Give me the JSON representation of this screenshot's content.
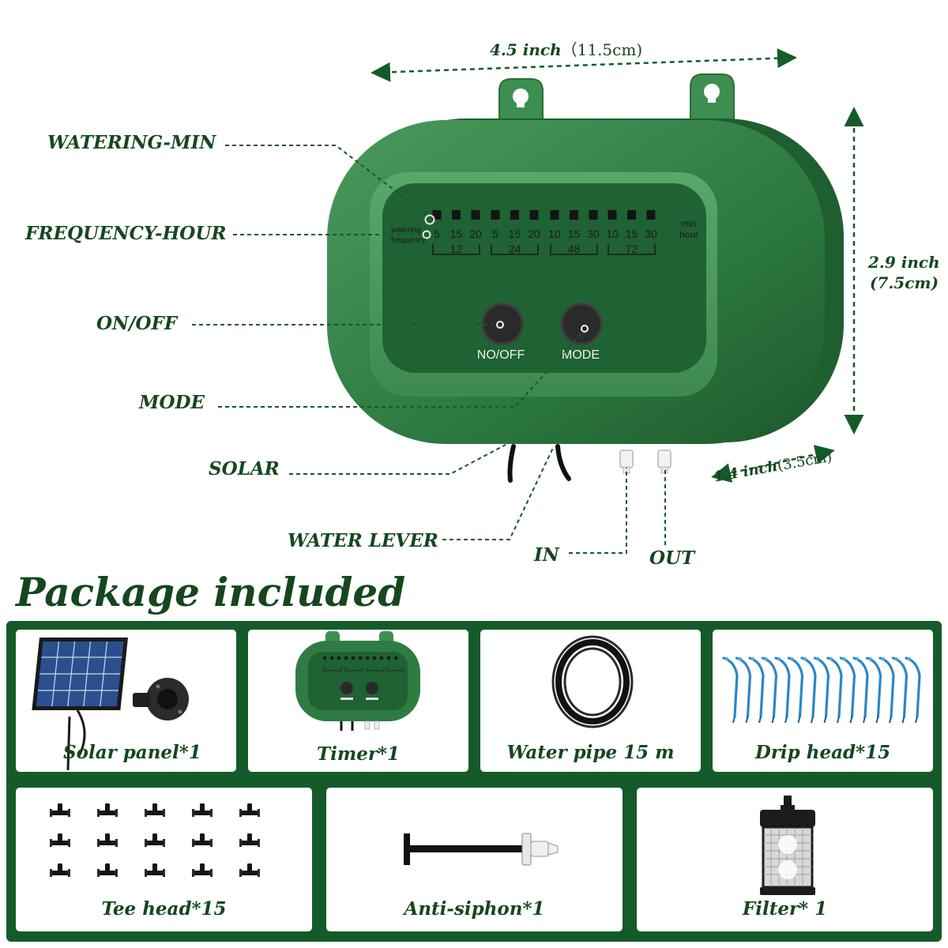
{
  "callouts": {
    "watering_min": "WATERING-MIN",
    "frequency_hour": "FREQUENCY-HOUR",
    "on_off": "ON/OFF",
    "mode": "MODE",
    "solar": "SOLAR",
    "water_lever": "WATER LEVER",
    "in": "IN",
    "out": "OUT"
  },
  "dimensions": {
    "width_inch": "4.5 inch",
    "width_cm": "（11.5cm)",
    "height_inch": "2.9 inch",
    "height_cm": "(7.5cm)",
    "depth_inch": "1.4 inch",
    "depth_cm": "(3.5cm)"
  },
  "timer_panel": {
    "row_labels": [
      "watering",
      "frequency"
    ],
    "unit_min": "min",
    "unit_hour": "hour",
    "minutes": [
      "5",
      "15",
      "20",
      "5",
      "15",
      "20",
      "10",
      "15",
      "30",
      "10",
      "15",
      "30"
    ],
    "hour_groups": [
      "12",
      "24",
      "48",
      "72"
    ],
    "on_off_button": "NO/OFF",
    "mode_button": "MODE"
  },
  "package": {
    "title": "Package included",
    "items": [
      {
        "label": "Solar panel*1",
        "icon": "solar-panel-icon"
      },
      {
        "label": "Timer*1",
        "icon": "timer-icon"
      },
      {
        "label": "Water pipe 15 m",
        "icon": "water-pipe-icon"
      },
      {
        "label": "Drip head*15",
        "icon": "drip-head-icon",
        "count": 15
      },
      {
        "label": "Tee head*15",
        "icon": "tee-head-icon",
        "count": 15
      },
      {
        "label": "Anti-siphon*1",
        "icon": "anti-siphon-icon"
      },
      {
        "label": "Filter* 1",
        "icon": "filter-icon"
      }
    ]
  },
  "colors": {
    "label_green": "#15471f",
    "frame_green": "#155b2a",
    "device_green": "#3a8a4c",
    "panel_green": "#1f6233",
    "drip_blue": "#2d86c6"
  }
}
